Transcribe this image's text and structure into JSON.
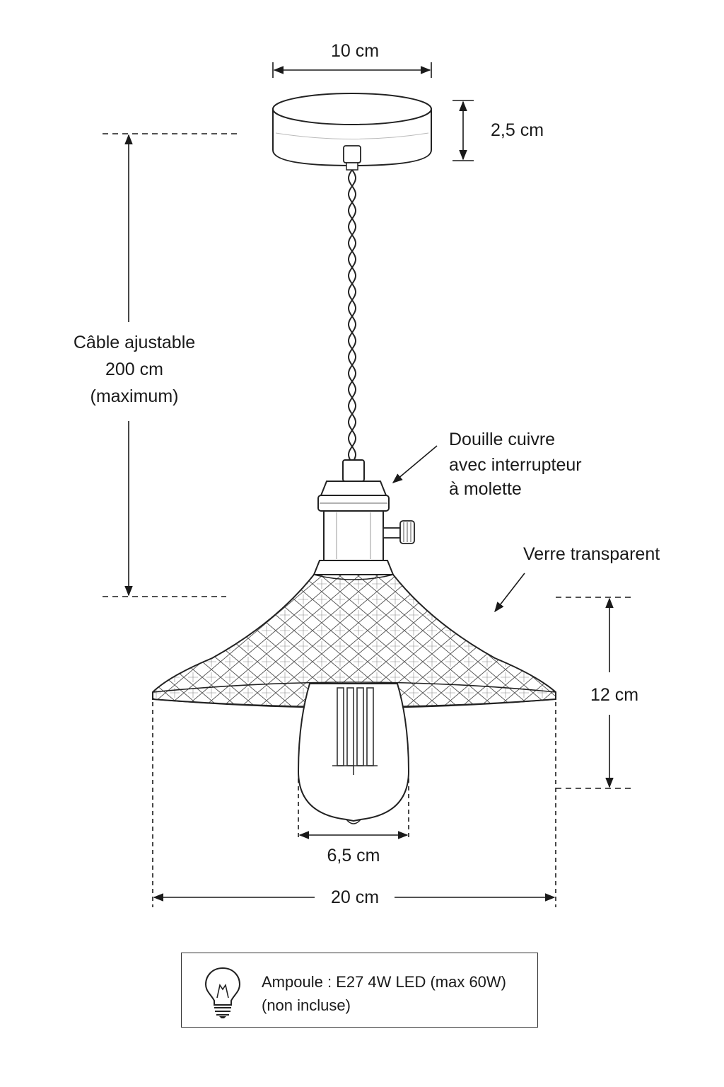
{
  "dimensions": {
    "canopy_width": "10 cm",
    "canopy_height": "2,5 cm",
    "cable_line1": "Câble ajustable",
    "cable_line2": "200 cm",
    "cable_line3": "(maximum)",
    "shade_height": "12 cm",
    "bulb_width": "6,5 cm",
    "shade_width": "20 cm"
  },
  "callouts": {
    "socket_line1": "Douille cuivre",
    "socket_line2": "avec interrupteur",
    "socket_line3": "à molette",
    "glass": "Verre transparent"
  },
  "info": {
    "line1": "Ampoule : E27 4W LED (max 60W)",
    "line2": "(non incluse)",
    "icon": "light-bulb-icon"
  }
}
